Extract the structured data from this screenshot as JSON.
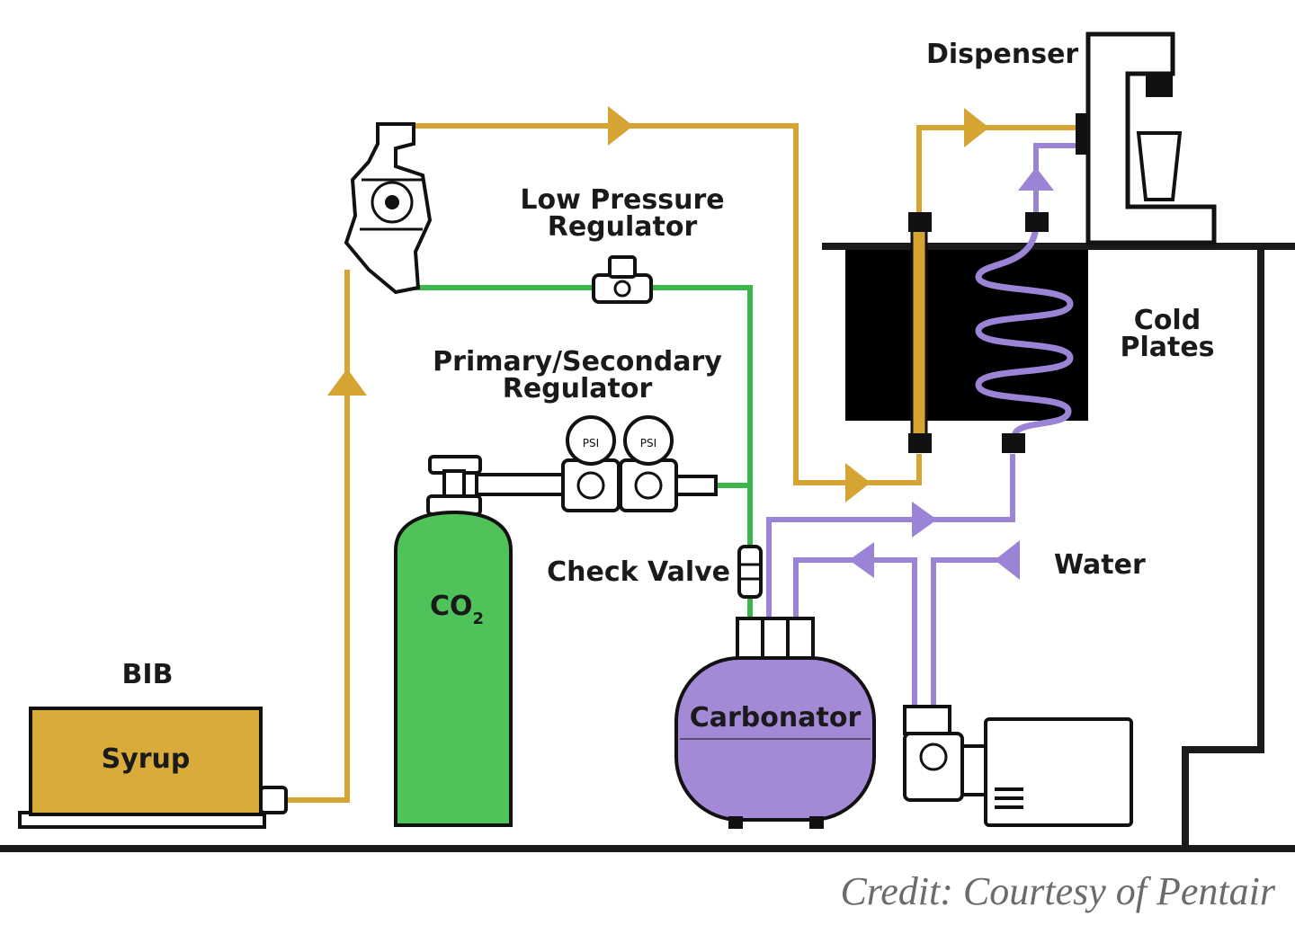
{
  "colors": {
    "syrup_line": "#d6a432",
    "co2_line": "#3cb54a",
    "water_line": "#9b84d6",
    "syrup_box": "#d9ab3a",
    "co2_tank": "#4fc35a",
    "carbonator": "#a48ad6",
    "cold_plate": "#000000"
  },
  "labels": {
    "dispenser": "Dispenser",
    "low_pressure_1": "Low Pressure",
    "low_pressure_2": "Regulator",
    "primary_secondary_1": "Primary/Secondary",
    "primary_secondary_2": "Regulator",
    "cold_plates_1": "Cold",
    "cold_plates_2": "Plates",
    "check_valve": "Check Valve",
    "water": "Water",
    "co2": "CO",
    "co2_sub": "2",
    "bib": "BIB",
    "syrup": "Syrup",
    "carbonator": "Carbonator",
    "gauge_psi": "PSI",
    "credit": "Credit: Courtesy of Pentair"
  }
}
